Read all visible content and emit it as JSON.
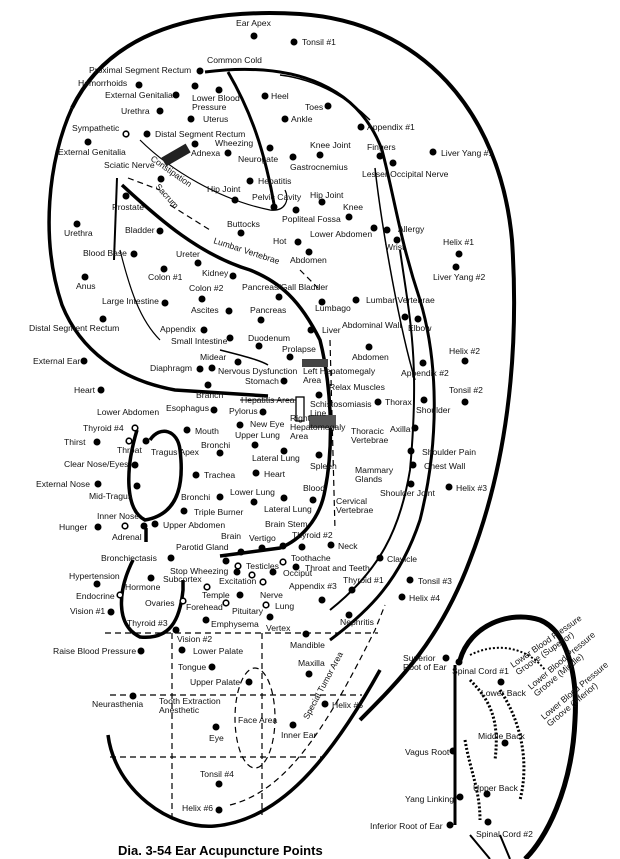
{
  "caption": "Dia. 3-54   Ear Acupuncture Points",
  "labels": {
    "ear_apex": "Ear Apex",
    "tonsil_1": "Tonsil #1",
    "common_cold": "Common Cold",
    "proximal_segment_rectum": "Proximal Segment Rectum",
    "hemorrhoids": "Hemorrhoids",
    "external_genitalia_1": "External Genitalia",
    "lower_blood_pressure": [
      "Lower Blood",
      "Pressure"
    ],
    "heel": "Heel",
    "urethra_1": "Urethra",
    "uterus": "Uterus",
    "ankle": "Ankle",
    "toes": "Toes",
    "sympathetic": "Sympathetic",
    "distal_segment_rectum_1": "Distal Segment Rectum",
    "wheezing": "Wheezing",
    "adnexa": "Adnexa",
    "external_genitalia_2": "External Genitalia",
    "neurogate": "Neurogate",
    "gastrocnemius": "Gastrocnemius",
    "knee_joint": "Knee Joint",
    "appendix_1": "Appendix #1",
    "fingers": "Fingers",
    "lesser_occipital_nerve": "Lesser Occipital Nerve",
    "liver_yang_1": "Liver Yang #1",
    "sciatic_nerve": "Sciatic Nerve",
    "constipation": "Constipation",
    "hepatitis": "Hepatitis",
    "hip_joint_1": "Hip Joint",
    "pelvic_cavity": "Pelvic Cavity",
    "hip_joint_2": "Hip Joint",
    "knee": "Knee",
    "popliteal_fossa": "Popliteal Fossa",
    "prostate": "Prostate",
    "sacrum": "Sacrum",
    "buttocks": "Buttocks",
    "lower_abdomen_1": "Lower Abdomen",
    "allergy": "Allergy",
    "wrist": "Wrist",
    "hot": "Hot",
    "abdomen_1": "Abdomen",
    "helix_1": "Helix #1",
    "liver_yang_2": "Liver Yang #2",
    "urethra_2": "Urethra",
    "bladder": "Bladder",
    "blood_base": "Blood Base",
    "ureter": "Ureter",
    "lumbar_vertebrae_1": "Lumbar Vertebrae",
    "kidney": "Kidney",
    "colon_1": "Colon #1",
    "anus": "Anus",
    "colon_2": "Colon #2",
    "pancreas_gall_bladder": "Pancreas/Gall Bladder",
    "lumbago": "Lumbago",
    "lumbar_vertebrae_2": "Lumbar Vertebrae",
    "large_intestine": "Large Intestine",
    "ascites": "Ascites",
    "pancreas": "Pancreas",
    "abdominal_wall": "Abdominal Wall",
    "elbow": "Elbow",
    "distal_segment_rectum_2": "Distal Segment Rectum",
    "appendix": "Appendix",
    "liver": "Liver",
    "small_intestine": "Small Intestine",
    "duodenum": "Duodenum",
    "prolapse": "Prolapse",
    "abdomen_2": "Abdomen",
    "helix_2": "Helix #2",
    "external_ear": "External Ear",
    "midear": "Midear",
    "diaphragm": "Diaphragm",
    "nervous_dysfunction": "Nervous Dysfunction",
    "left_hepatomegaly_area": [
      "Left Hepatomegaly",
      "Area"
    ],
    "appendix_2": "Appendix #2",
    "stomach": "Stomach",
    "relax_muscles": "Relax Muscles",
    "tonsil_2": "Tonsil #2",
    "heart_1": "Heart",
    "branch": "Branch",
    "thorax": "Thorax",
    "shoulder": "Shoulder",
    "hepatitis_area": "Hepatitis Area",
    "schistosomiasis_line": [
      "Schistosomiasis",
      "Line"
    ],
    "esophagus": "Esophagus",
    "pylorus": "Pylorus",
    "lower_abdomen_2": "Lower Abdomen",
    "thyroid_4": "Thyroid #4",
    "new_eye": "New Eye",
    "right_hepatomegaly_area": [
      "Right",
      "Hepatomegaly",
      "Area"
    ],
    "thoracic_vertebrae": [
      "Thoracic",
      "Vertebrae"
    ],
    "axilla": "Axilla",
    "mouth": "Mouth",
    "upper_lung": "Upper Lung",
    "thirst": "Thirst",
    "throat": "Throat",
    "tragus_apex": "Tragus Apex",
    "bronchi_1": "Bronchi",
    "shoulder_pain": "Shoulder Pain",
    "lateral_lung_1": "Lateral Lung",
    "spleen": "Spleen",
    "mammary_glands": [
      "Mammary",
      "Glands"
    ],
    "chest_wall": "Chest Wall",
    "clear_nose_eyes": "Clear Nose/Eyes",
    "trachea": "Trachea",
    "heart_2": "Heart",
    "helix_3": "Helix #3",
    "external_nose": "External Nose",
    "shoulder_joint": "Shoulder Joint",
    "mid_tragus": "Mid-Tragus",
    "lower_lung": "Lower Lung",
    "bronchi_2": "Bronchi",
    "blood": "Blood",
    "lateral_lung_2": "Lateral Lung",
    "cervical_vertebrae": [
      "Cervical",
      "Vertebrae"
    ],
    "triple_burner": "Triple Burner",
    "inner_nose": "Inner Nose",
    "hunger": "Hunger",
    "upper_abdomen": "Upper Abdomen",
    "brain_stem": "Brain Stem",
    "adrenal": "Adrenal",
    "brain": "Brain",
    "vertigo": "Vertigo",
    "thyroid_2": "Thyroid #2",
    "neck": "Neck",
    "parotid_gland": "Parotid Gland",
    "clavicle": "Clavicle",
    "bronchiectasis": "Bronchiectasis",
    "testicles": "Testicles",
    "toothache": "Toothache",
    "throat_and_teeth": "Throat and Teeth",
    "stop_wheezing": "Stop Wheezing",
    "hypertension": "Hypertension",
    "occiput": "Occiput",
    "excitation": "Excitation",
    "subcortex": "Subcortex",
    "thyroid_1": "Thyroid #1",
    "tonsil_3": "Tonsil #3",
    "hormone": "Hormone",
    "endocrine": "Endocrine",
    "appendix_3": "Appendix #3",
    "nerve": "Nerve",
    "helix_4": "Helix #4",
    "temple": "Temple",
    "ovaries": "Ovaries",
    "lung": "Lung",
    "forehead": "Forehead",
    "pituitary": "Pituitary",
    "vision_1": "Vision #1",
    "thyroid_3": "Thyroid #3",
    "emphysema": "Emphysema",
    "vertex": "Vertex",
    "nephritis": "Nephritis",
    "vision_2": "Vision #2",
    "lower_palate": "Lower Palate",
    "mandible": "Mandible",
    "raise_blood_pressure": "Raise Blood Pressure",
    "tongue": "Tongue",
    "maxilla": "Maxilla",
    "upper_palate": "Upper Palate",
    "neurasthenia": "Neurasthenia",
    "tooth_extraction_anesthetic": [
      "Tooth Extraction",
      "Anesthetic"
    ],
    "helix_5": "Helix #5",
    "special_tumor_area": "Special Tumor Area",
    "face_area": "Face Area",
    "inner_ear": "Inner Ear",
    "eye": "Eye",
    "tonsil_4": "Tonsil #4",
    "helix_6": "Helix #6",
    "superior_root_of_ear": [
      "Superior",
      "Root of Ear"
    ],
    "spinal_cord_1": "Spinal Cord #1",
    "lower_back": "Lower Back",
    "lbp_groove_superior": [
      "Lower Blood Pressure",
      "Groove (Superior)"
    ],
    "lbp_groove_middle": [
      "Lower Blood Pressure",
      "Groove (Middle)"
    ],
    "lbp_groove_inferior": [
      "Lower Blood Pressure",
      "Groove (Inferior)"
    ],
    "middle_back": "Middle Back",
    "vagus_root": "Vagus Root",
    "upper_back": "Upper Back",
    "yang_linking": "Yang Linking",
    "inferior_root_of_ear": "Inferior Root of Ear",
    "spinal_cord_2": "Spinal Cord #2"
  }
}
